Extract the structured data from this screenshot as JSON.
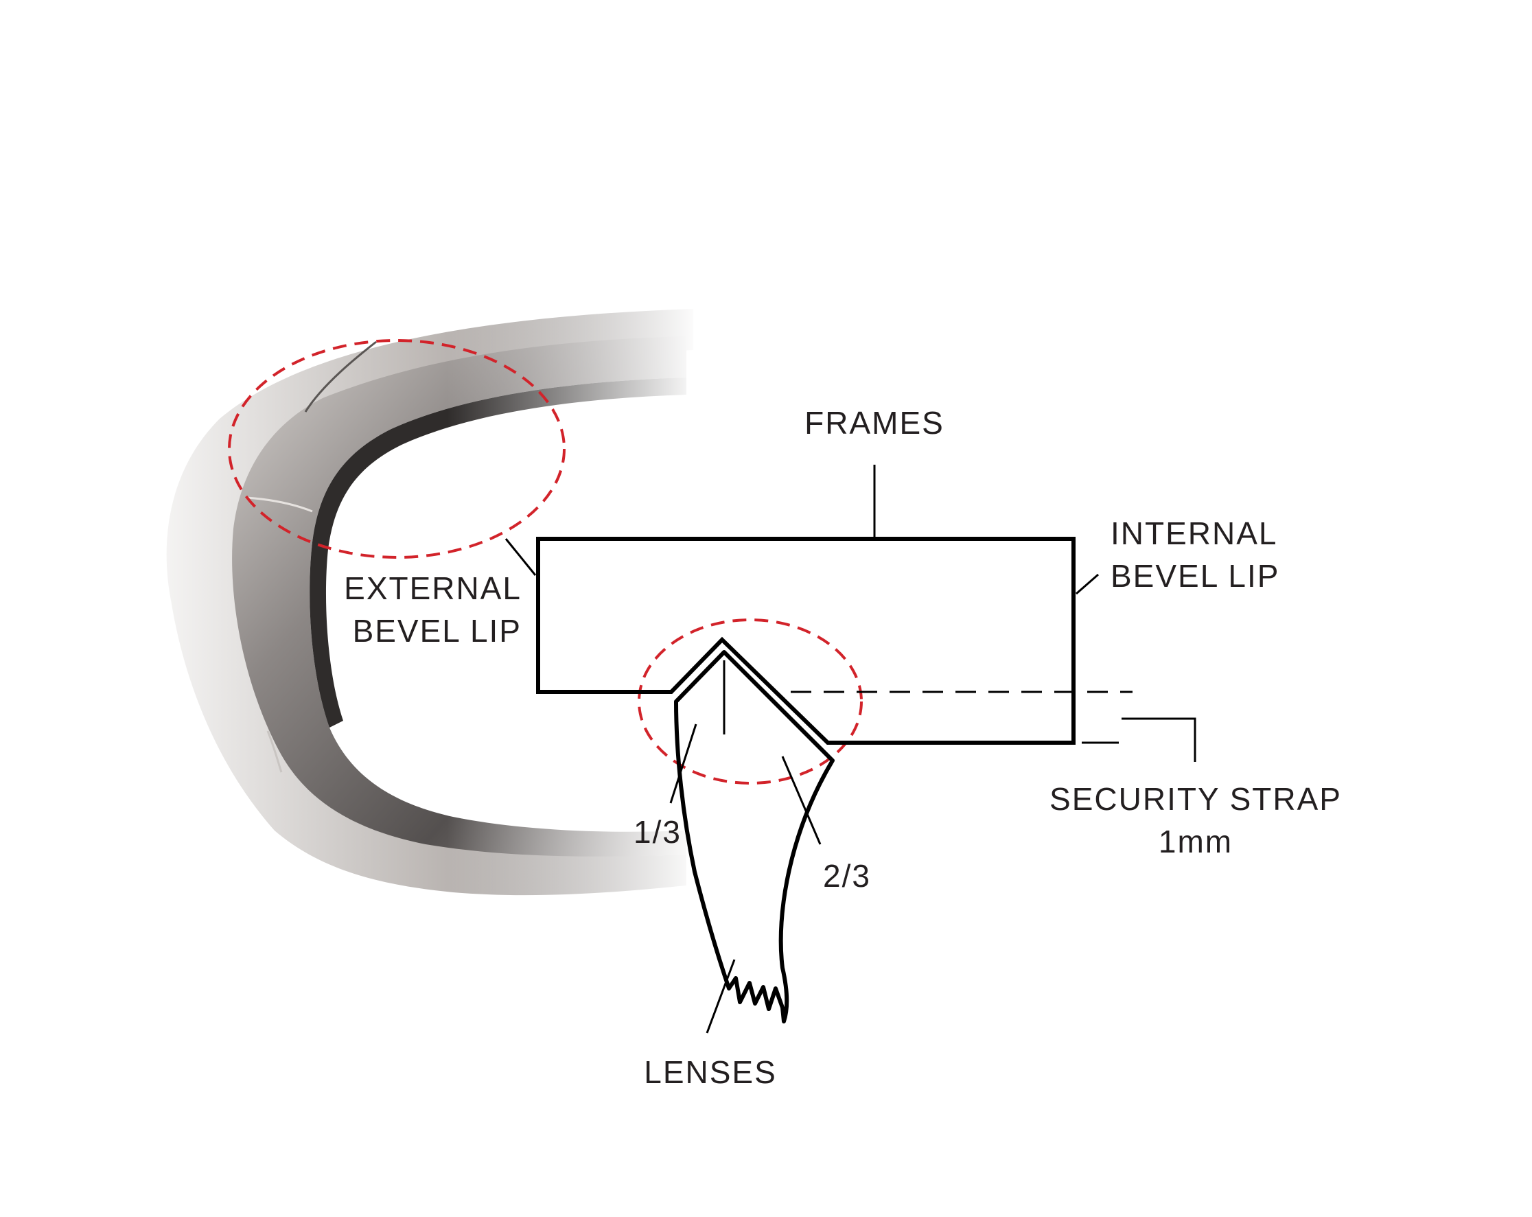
{
  "labels": {
    "frames": "FRAMES",
    "internal_line1": "INTERNAL",
    "internal_line2": "BEVEL LIP",
    "external_line1": "EXTERNAL",
    "external_line2": "BEVEL LIP",
    "security_line1": "SECURITY STRAP",
    "security_line2": "1mm",
    "one_third": "1/3",
    "two_thirds": "2/3",
    "lenses": "LENSES"
  },
  "icons": {
    "frame_photo": "eyeglass-frame-corner-photo",
    "callout_circles": "red-dashed-ellipse"
  },
  "colors": {
    "outline": "#000000",
    "callout": "#d2232a",
    "text": "#231f20",
    "frame_dark": "#3c3a39",
    "frame_mid": "#7d7876",
    "frame_light": "#cfcbc8"
  }
}
